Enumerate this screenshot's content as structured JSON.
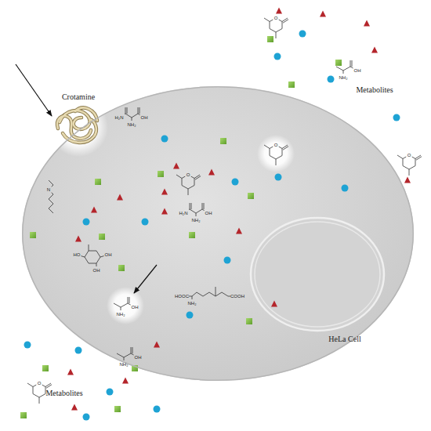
{
  "diagram": {
    "nodes": [
      {
        "text": [
          "HeLa Cell"
        ]
      }
    ],
    "labels": [
      "Crotamine",
      "Metabolites",
      "Metabolites",
      "O",
      "O",
      "O",
      "O",
      "O",
      "H₂N",
      "OH",
      "NH₂",
      "H₂N",
      "OH",
      "NH₂",
      "OH",
      "NH₂",
      "OH",
      "NH₂",
      "OH",
      "NH₂",
      "HO",
      "OH",
      "OH",
      "HOOC",
      "NH₂",
      "COOH",
      "N"
    ]
  }
}
